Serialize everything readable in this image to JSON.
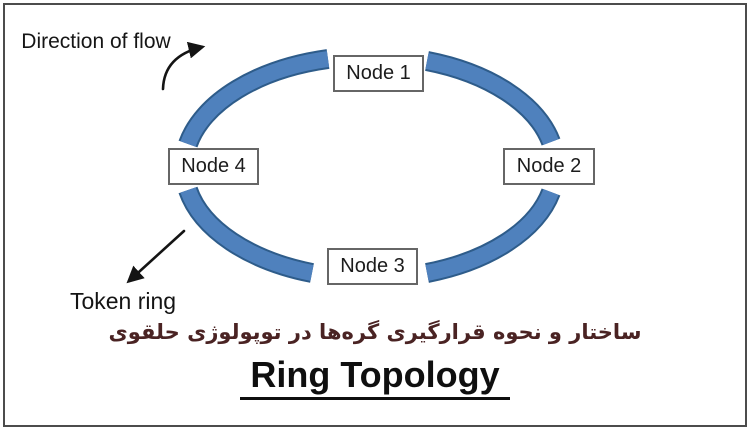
{
  "labels": {
    "direction_of_flow": "Direction of flow",
    "token_ring": "Token ring"
  },
  "nodes": [
    {
      "label": "Node 1"
    },
    {
      "label": "Node 2"
    },
    {
      "label": "Node 3"
    },
    {
      "label": "Node 4"
    }
  ],
  "caption_persian": "ساختار و نحوه قرارگیری گره‌ها در توپولوژی حلقوی",
  "title": "Ring Topology",
  "colors": {
    "arc_fill": "#4f81bd",
    "arc_outline": "#2e5c8a",
    "arrow": "#141414",
    "node_border": "#666666",
    "caption_text": "#4a2323",
    "frame_border": "#4c4c4c",
    "background": "#ffffff"
  }
}
